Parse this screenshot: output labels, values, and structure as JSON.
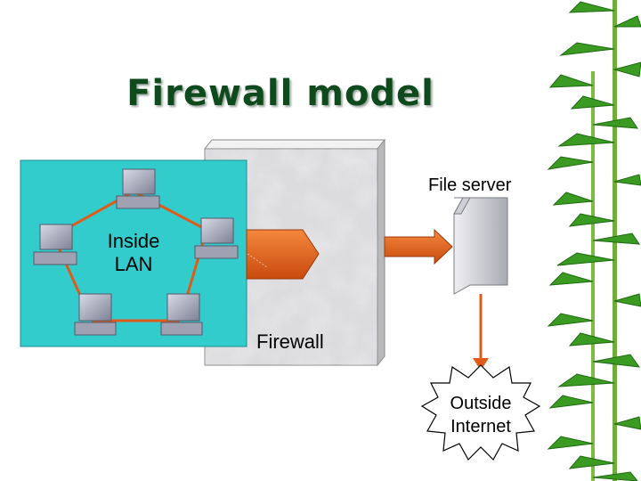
{
  "slide": {
    "title": "Firewall model"
  },
  "diagram": {
    "inside_lan_line1": "Inside",
    "inside_lan_line2": "LAN",
    "firewall_label": "Firewall",
    "file_server_label": "File server",
    "outside_line1": "Outside",
    "outside_line2": "Internet"
  },
  "colors": {
    "lan_background": "#33cccc",
    "link_orange": "#e05a1a",
    "title_green": "#0f4a1f",
    "bamboo_green": "#2f8a1c"
  },
  "icons": [
    "computer-icon",
    "file-server-icon",
    "bamboo-decoration",
    "starburst-icon"
  ]
}
